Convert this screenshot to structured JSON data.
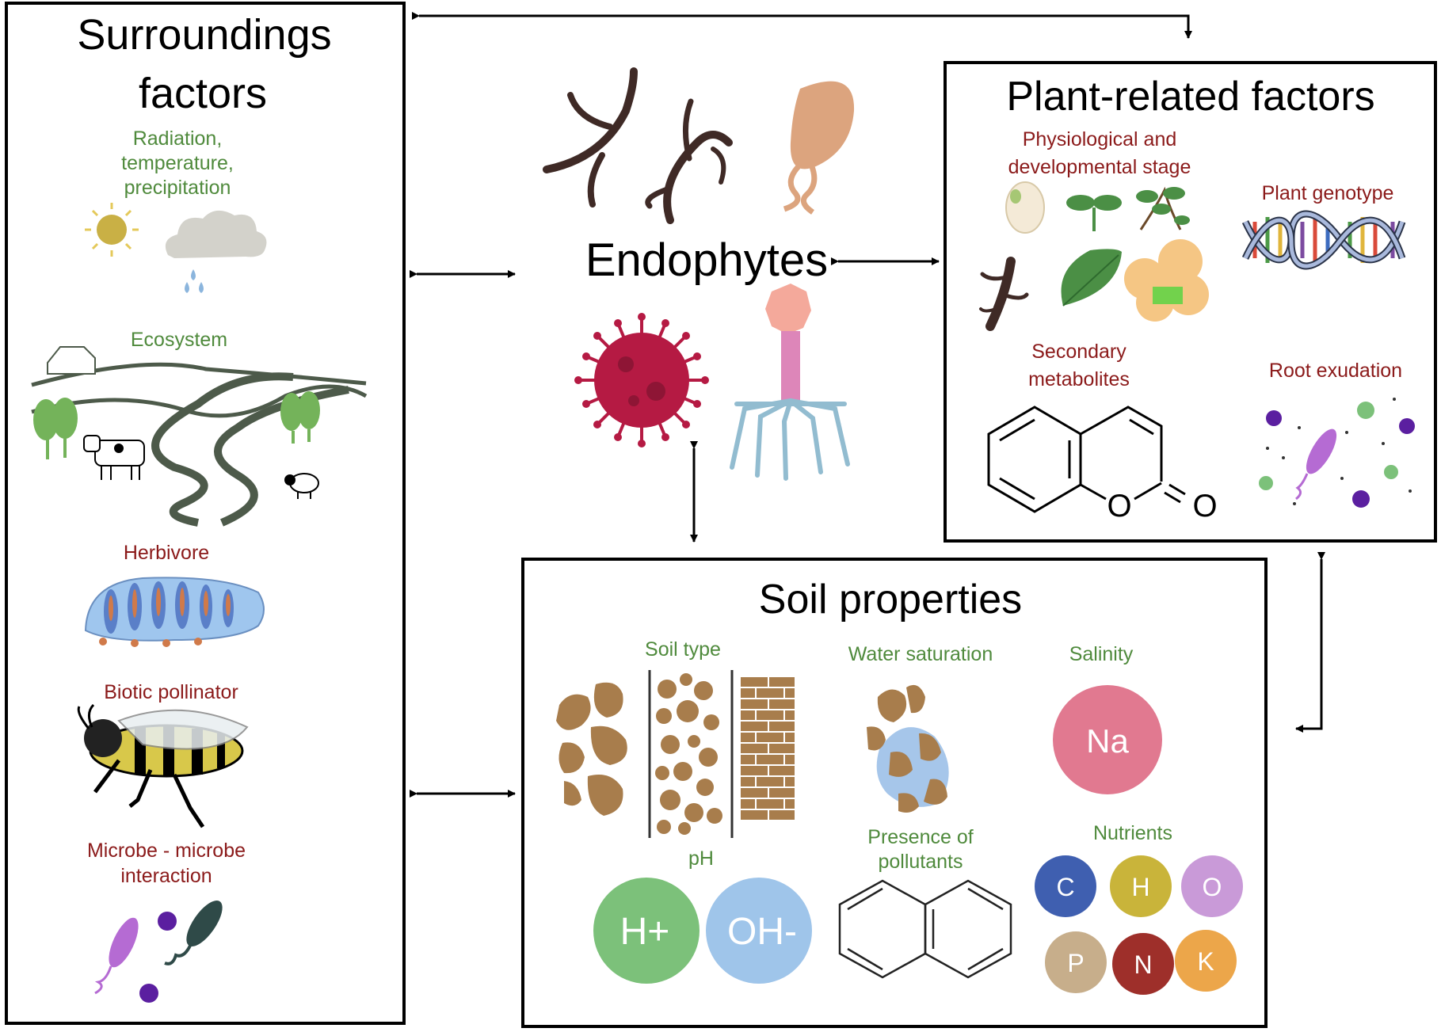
{
  "colors": {
    "green_label": "#4f8a3c",
    "red_label": "#8b1a1a",
    "soil_brown": "#a87d4c",
    "ph_h": "#7cc17a",
    "ph_oh": "#9fc5ea",
    "sodium": "#e17990"
  },
  "center": {
    "title": "Endophytes",
    "icons": [
      "fungal-hyphae-icon",
      "bacterium-icon",
      "virus-icon",
      "bacteriophage-icon"
    ]
  },
  "surroundings": {
    "title_line1": "Surroundings",
    "title_line2": "factors",
    "climate_label": [
      "Radiation,",
      "temperature,",
      "precipitation"
    ],
    "ecosystem_label": "Ecosystem",
    "herbivore_label": "Herbivore",
    "pollinator_label": "Biotic pollinator",
    "microbe_label": [
      "Microbe - microbe",
      "interaction"
    ]
  },
  "plant": {
    "title": "Plant-related factors",
    "stage_label": [
      "Physiological and",
      "developmental stage"
    ],
    "genotype_label": "Plant genotype",
    "metabolites_label": [
      "Secondary",
      "metabolites"
    ],
    "exudation_label": "Root exudation",
    "coumarin_atoms": [
      "O",
      "O"
    ]
  },
  "soil": {
    "title": "Soil properties",
    "type_label": "Soil type",
    "water_label": "Water saturation",
    "salinity_label": "Salinity",
    "sodium": "Na",
    "ph_label": "pH",
    "ph_ions": [
      "H+",
      "OH-"
    ],
    "pollutants_label": [
      "Presence of",
      "pollutants"
    ],
    "nutrients_label": "Nutrients",
    "nutrients": [
      {
        "symbol": "C",
        "color": "#3f5fb0"
      },
      {
        "symbol": "H",
        "color": "#c9b43a"
      },
      {
        "symbol": "O",
        "color": "#c99ad8"
      },
      {
        "symbol": "P",
        "color": "#c7ae8b"
      },
      {
        "symbol": "N",
        "color": "#9e2f2a"
      },
      {
        "symbol": "K",
        "color": "#eca64a"
      }
    ]
  }
}
